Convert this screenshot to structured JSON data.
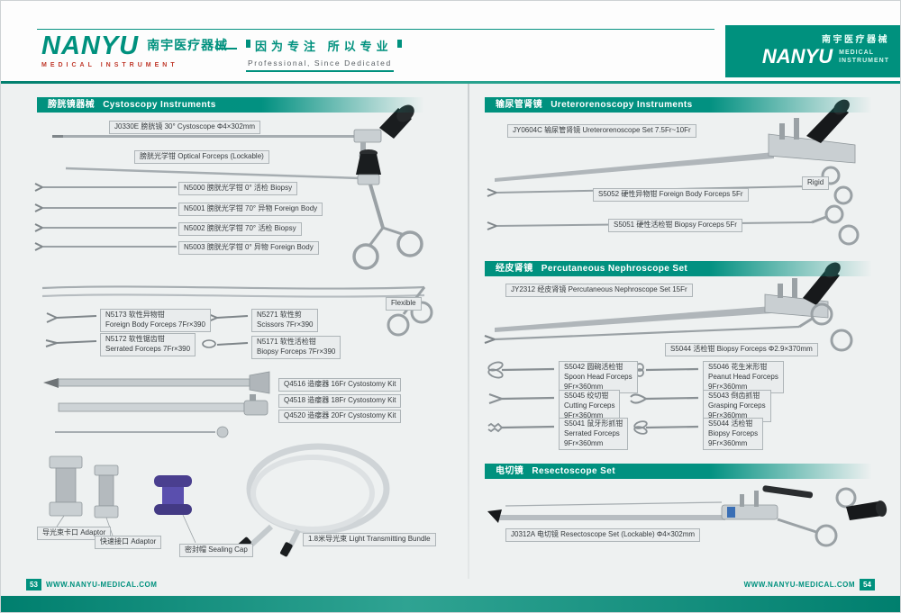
{
  "colors": {
    "accent_teal": "#00917e",
    "sub_red": "#c0392b",
    "sealing_cap_purple": "#4a3f8f"
  },
  "header": {
    "brand": "NANYU",
    "brand_cn": "南宇医疗器械",
    "brand_sub": "MEDICAL  INSTRUMENT",
    "slogan_cn": "因为专注 所以专业",
    "slogan_en": "Professional, Since Dedicated",
    "right_cn": "南宇医疗器械",
    "right_brand": "NANYU",
    "right_sub1": "MEDICAL",
    "right_sub2": "INSTRUMENT"
  },
  "cysto": {
    "title_cn": "膀胱镜器械",
    "title_en": "Cystoscopy Instruments",
    "scope": "J0330E 膀胱镜 30°  Cystoscope  Φ4×302mm",
    "optical": "膀胱光学钳 Optical Forceps (Lockable)",
    "n5000": "N5000 膀胱光学钳  0°  活检 Biopsy",
    "n5001": "N5001 膀胱光学钳 70°  异物 Foreign Body",
    "n5002": "N5002 膀胱光学钳 70°  活检 Biopsy",
    "n5003": "N5003 膀胱光学钳  0°  异物 Foreign Body",
    "flexible": "Flexible",
    "n5173": "N5173 软性异物钳\nForeign Body Forceps 7Fr×390",
    "n5172": "N5172 软性锯齿钳\nSerrated Forceps 7Fr×390",
    "n5271": "N5271 软性剪\nScissors 7Fr×390",
    "n5171": "N5171 软性活检钳\nBiopsy Forceps 7Fr×390",
    "q4516": "Q4516 造瘘器 16Fr Cystostomy Kit",
    "q4518": "Q4518 造瘘器 18Fr Cystostomy Kit",
    "q4520": "Q4520 造瘘器 20Fr Cystostomy Kit",
    "adaptor1": "导光束卡口 Adaptor",
    "adaptor2": "快速接口 Adaptor",
    "cap": "密封帽 Sealing Cap",
    "bundle": "1.8米导光束  Light Transmitting Bundle"
  },
  "uretero": {
    "title_cn": "输尿管肾镜",
    "title_en": "Ureterorenoscopy Instruments",
    "jy0604c": "JY0604C 输尿管肾镜 Ureterorenoscope Set 7.5Fr~10Fr",
    "rigid": "Rigid",
    "s5052": "S5052 硬性异物钳 Foreign Body Forceps 5Fr",
    "s5051": "S5051 硬性活检钳 Biopsy Forceps 5Fr"
  },
  "nephro": {
    "title_cn": "经皮肾镜",
    "title_en": "Percutaneous Nephroscope Set",
    "jy2312": "JY2312 经皮肾镜 Percutaneous Nephroscope Set 15Fr",
    "s5044_long": "S5044 活检钳 Biopsy Forceps Φ2.9×370mm",
    "s5042": "S5042 圆碗活检钳\nSpoon Head Forceps\n9Fr×360mm",
    "s5046": "S5046 花生米形钳\nPeanut Head Forceps\n9Fr×360mm",
    "s5045": "S5045 绞切钳\nCutting Forceps\n9Fr×360mm",
    "s5043": "S5043 倒齿抓钳\nGrasping Forceps\n9Fr×360mm",
    "s5041": "S5041 鼠牙形抓钳\nSerrated Forceps\n9Fr×360mm",
    "s5044": "S5044 活检钳\nBiopsy Forceps\n9Fr×360mm"
  },
  "resecto": {
    "title_cn": "电切镜",
    "title_en": "Resectoscope Set",
    "j0312a": "J0312A 电切镜 Resectoscope Set (Lockable)  Φ4×302mm"
  },
  "footer": {
    "page_left": "53",
    "page_right": "54",
    "url": "WWW.NANYU-MEDICAL.COM"
  }
}
